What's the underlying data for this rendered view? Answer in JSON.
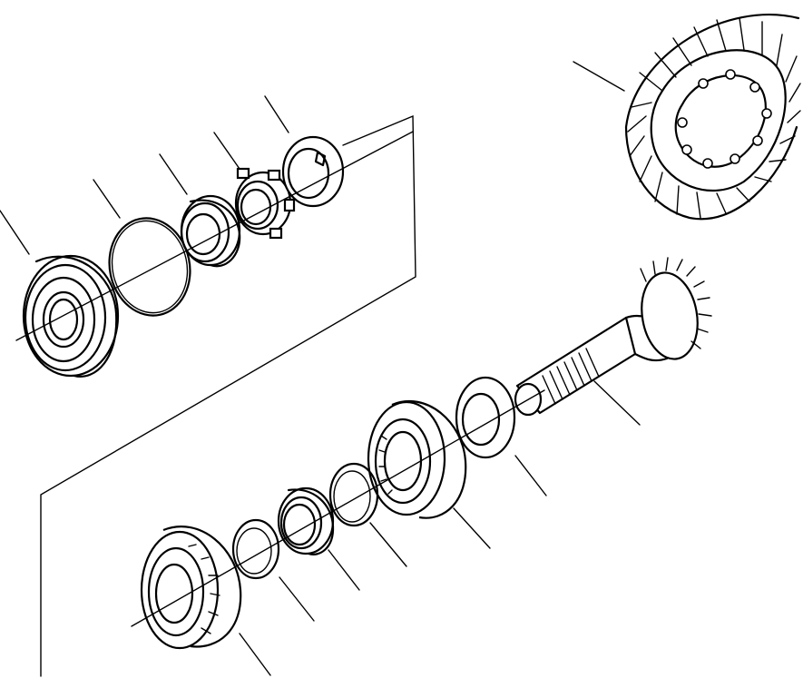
{
  "diagram": {
    "kind": "exploded-parts-view",
    "subject": "bevel gear set",
    "parts": [
      "ring-gear",
      "bearing-cage",
      "o-ring",
      "bearing-cup-upper",
      "lock-nut",
      "lock-washer",
      "pinion-shaft",
      "thrust-washer",
      "tapered-roller-bearing-large",
      "snap-ring",
      "bearing-cup-lower",
      "shim",
      "tapered-roller-bearing-small"
    ]
  }
}
